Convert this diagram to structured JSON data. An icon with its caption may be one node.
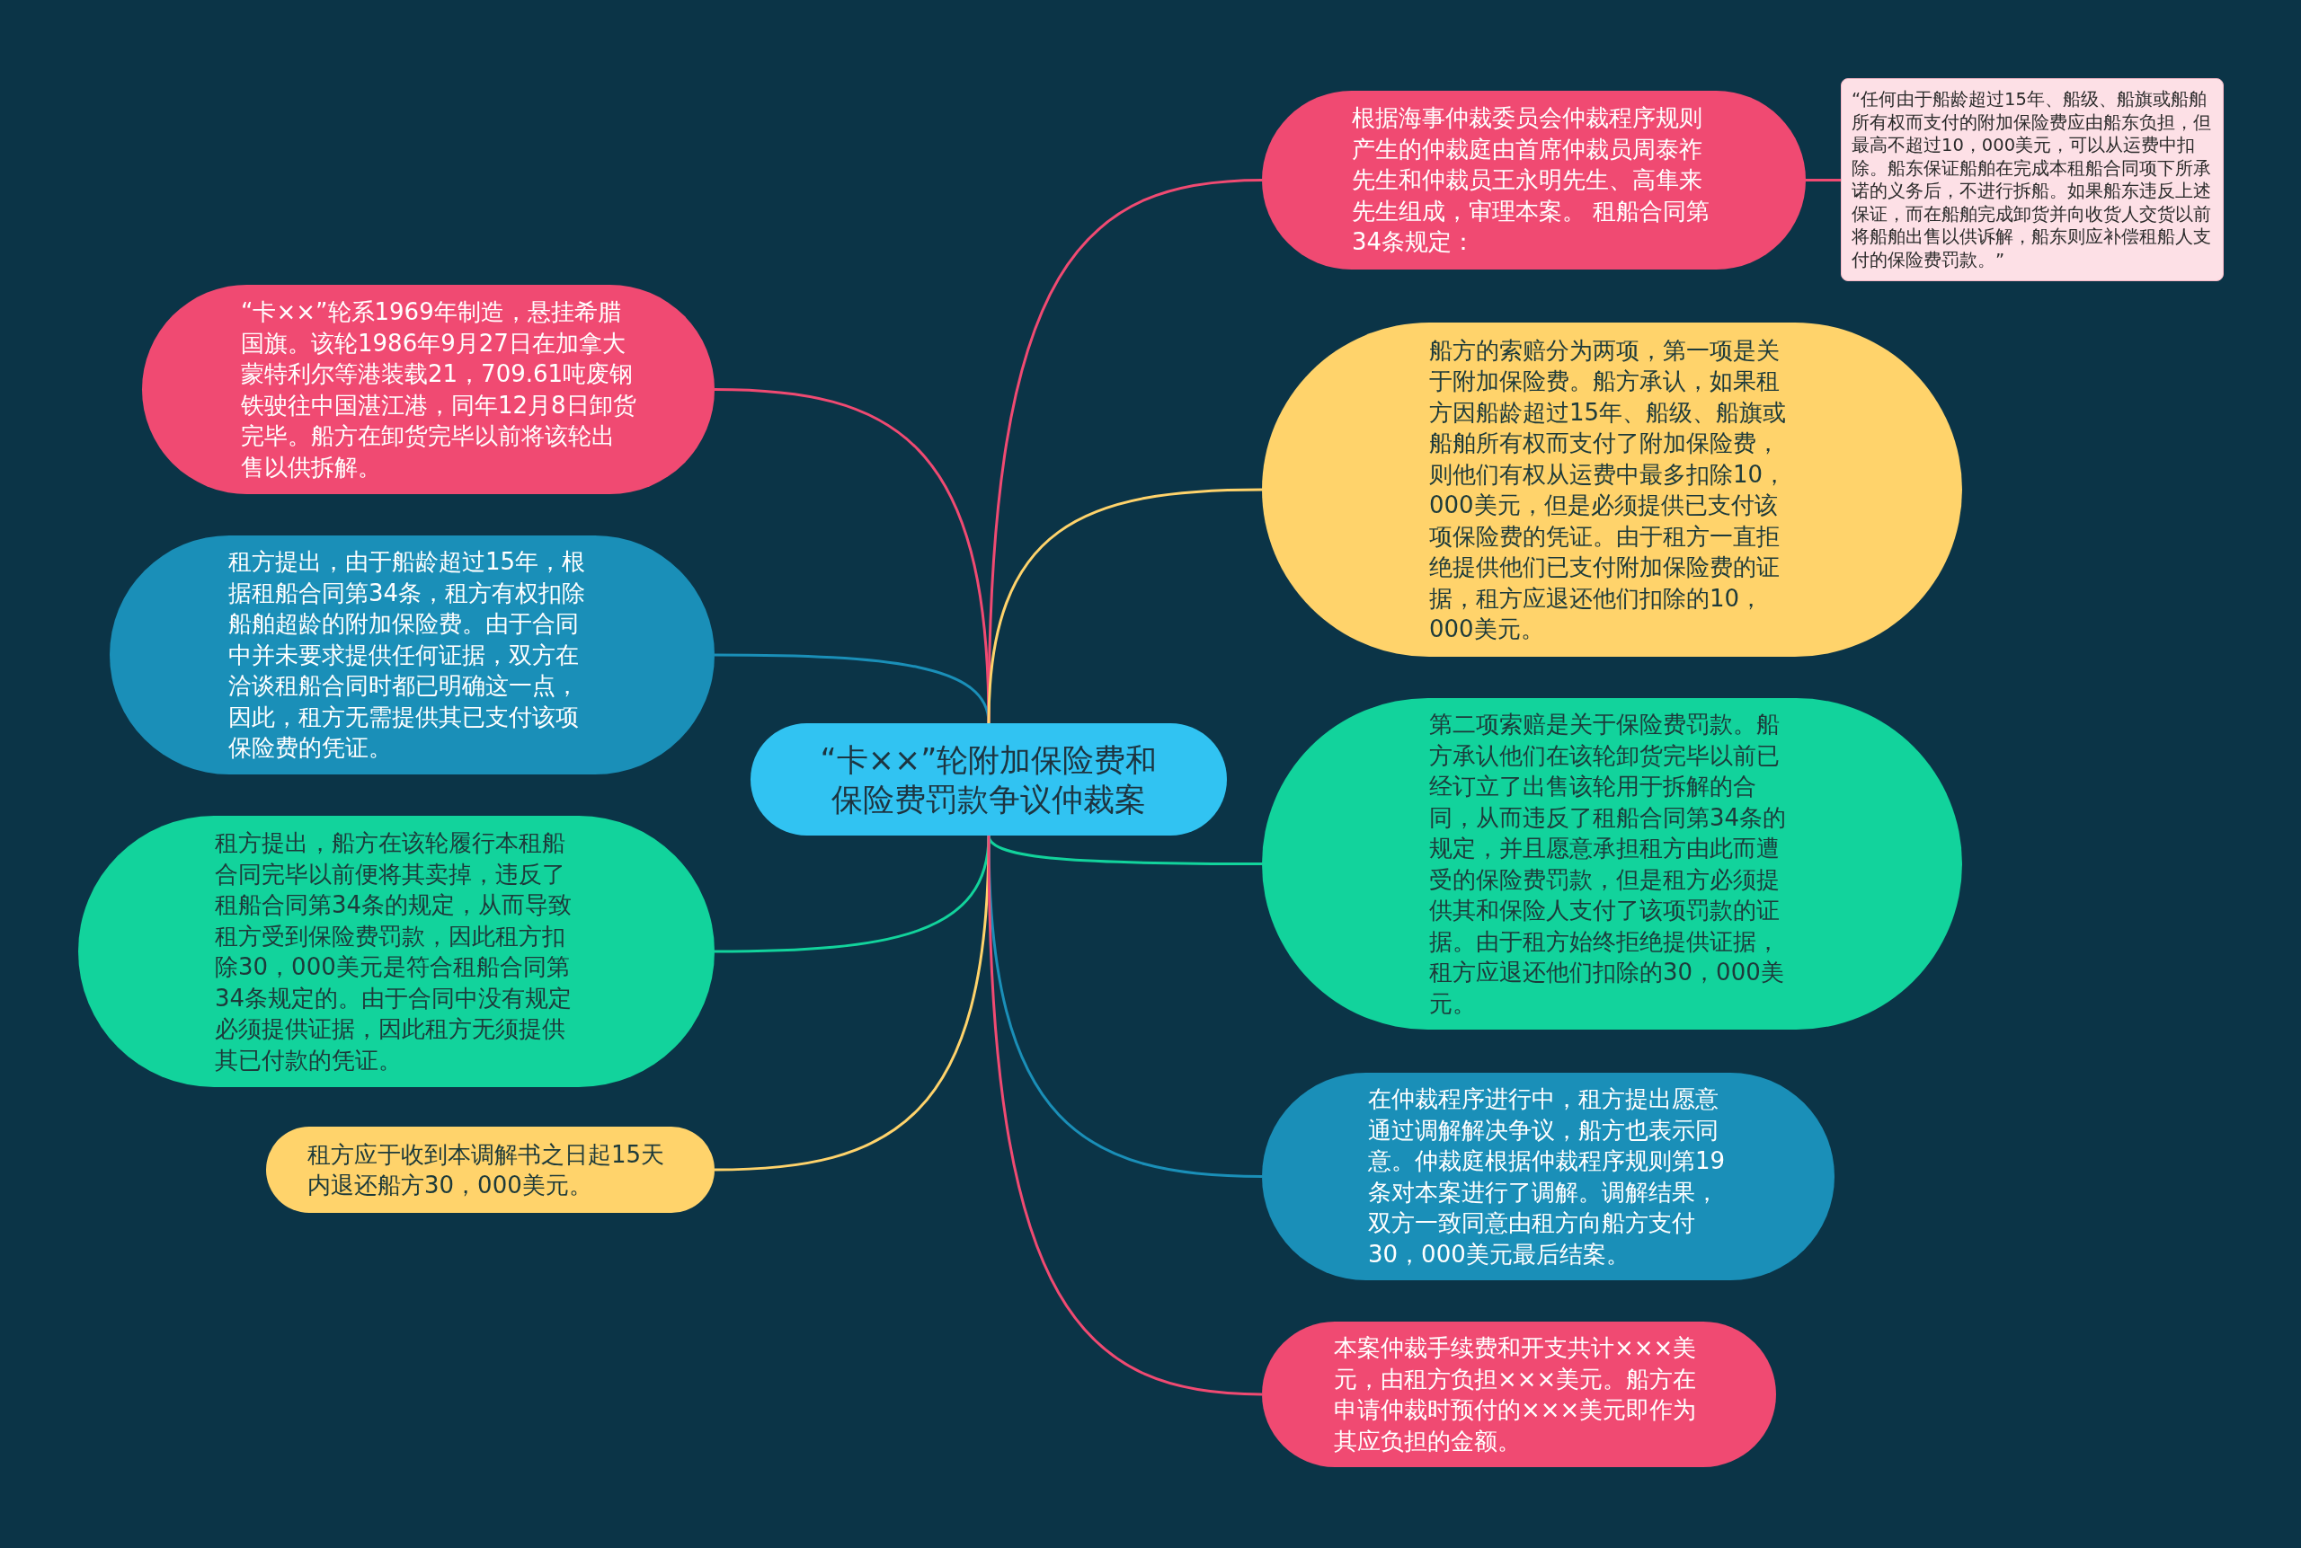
{
  "diagram": {
    "nodes": [
      {
        "text": [
          "“卡××”轮附加保险费和保险费罚款争议仲裁案"
        ]
      },
      {
        "text": [
          "“卡××”轮系1969年制造，悬挂希腊国旗。该轮1986年9月27日在加拿大蒙特利尔等港装载21，709.61吨废钢铁驶往中国湛江港，同年12月8日卸货完毕。船方在卸货完毕以前将该轮出售以供拆解。"
        ]
      },
      {
        "text": [
          "租方提出，由于船龄超过15年，根据租船合同第34条，租方有权扣除船舶超龄的附加保险费。由于合同中并未要求提供任何证据，双方在洽谈租船合同时都已明确这一点，因此，租方无需提供其已支付该项保险费的凭证。"
        ]
      },
      {
        "text": [
          "租方提出，船方在该轮履行本租船合同完毕以前便将其卖掉，违反了租船合同第34条的规定，从而导致租方受到保险费罚款，因此租方扣除30，000美元是符合租船合同第34条规定的。由于合同中没有规定必须提供证据，因此租方无须提供其已付款的凭证。"
        ]
      },
      {
        "text": [
          "租方应于收到本调解书之日起15天内退还船方30，000美元。"
        ]
      },
      {
        "text": [
          "根据海事仲裁委员会仲裁程序规则产生的仲裁庭由首席仲裁员周泰祚先生和仲裁员王永明先生、高隼来先生组成，审理本案。 租船合同第34条规定："
        ]
      },
      {
        "text": [
          "“任何由于船龄超过15年、船级、船旗或船舶所有权而支付的附加保险费应由船东负担，但最高不超过10，000美元，可以从运费中扣除。船东保证船舶在完成本租船合同项下所承诺的义务后，不进行拆船。如果船东违反上述保证，而在船舶完成卸货并向收货人交货以前将船舶出售以供诉解，船东则应补偿租船人支付的保险费罚款。”"
        ]
      },
      {
        "text": [
          "船方的索赔分为两项，第一项是关于附加保险费。船方承认，如果租方因船龄超过15年、船级、船旗或船舶所有权而支付了附加保险费，则他们有权从运费中最多扣除10，000美元，但是必须提供已支付该项保险费的凭证。由于租方一直拒绝提供他们已支付附加保险费的证据，租方应退还他们扣除的10，000美元。"
        ]
      },
      {
        "text": [
          "第二项索赔是关于保险费罚款。船方承认他们在该轮卸货完毕以前已经订立了出售该轮用于拆解的合同，从而违反了租船合同第34条的规定，并且愿意承担租方由此而遭受的保险费罚款，但是租方必须提供其和保险人支付了该项罚款的证据。由于租方始终拒绝提供证据，租方应退还他们扣除的30，000美元。"
        ]
      },
      {
        "text": [
          "在仲裁程序进行中，租方提出愿意通过调解解决争议，船方也表示同意。仲裁庭根据仲裁程序规则第19条对本案进行了调解。调解结果，双方一致同意由租方向船方支付30，000美元最后结案。"
        ]
      },
      {
        "text": [
          "本案仲裁手续费和开支共计×××美元，由租方负担×××美元。船方在申请仲裁时预付的×××美元即作为其应负担的金额。"
        ]
      }
    ],
    "edges": [
      {
        "from": 0,
        "to": 1,
        "arrow": "none"
      },
      {
        "from": 0,
        "to": 2,
        "arrow": "none",
        "color": "#1a8fb8"
      },
      {
        "from": 0,
        "to": 3,
        "arrow": "none",
        "color": "#12d39c"
      },
      {
        "from": 0,
        "to": 4,
        "arrow": "none",
        "color": "#ffd36b"
      },
      {
        "from": 0,
        "to": 5,
        "arrow": "none"
      },
      {
        "from": 5,
        "to": 6,
        "arrow": "none"
      },
      {
        "from": 0,
        "to": 7,
        "arrow": "none",
        "color": "#ffd36b"
      },
      {
        "from": 0,
        "to": 8,
        "arrow": "none",
        "color": "#12d39c"
      },
      {
        "from": 0,
        "to": 9,
        "arrow": "none",
        "color": "#1a8fb8"
      },
      {
        "from": 0,
        "to": 10,
        "arrow": "none"
      }
    ]
  }
}
